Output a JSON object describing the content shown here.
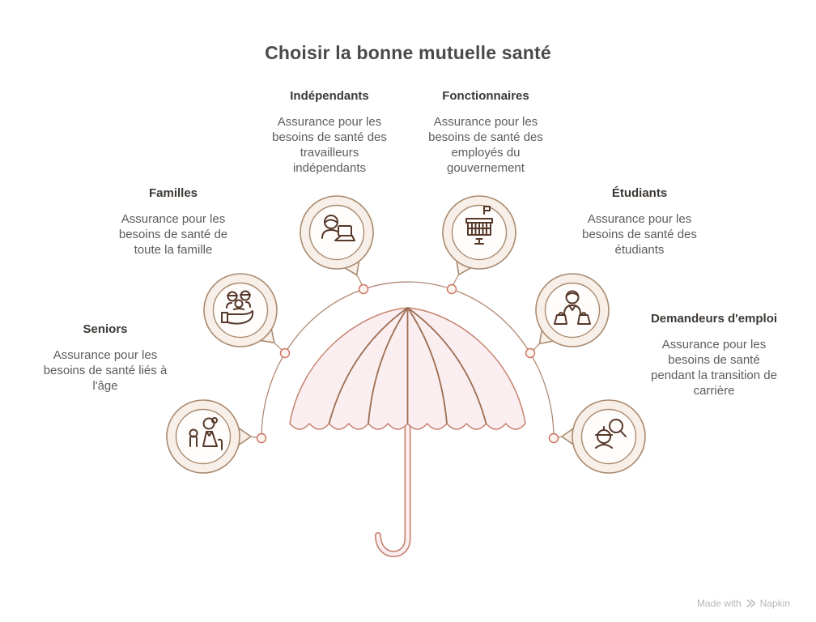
{
  "title": "Choisir la bonne mutuelle santé",
  "categories": [
    {
      "id": "independants",
      "label": "Indépendants",
      "description": "Assurance pour les\nbesoins de santé des\ntravailleurs\nindépendants",
      "icon": "freelancer-laptop-icon"
    },
    {
      "id": "fonctionnaires",
      "label": "Fonctionnaires",
      "description": "Assurance pour les\nbesoins de santé des\nemployés du\ngouvernement",
      "icon": "government-building-icon"
    },
    {
      "id": "familles",
      "label": "Familles",
      "description": "Assurance pour les\nbesoins de santé de\ntoute la famille",
      "icon": "family-care-icon"
    },
    {
      "id": "etudiants",
      "label": "Étudiants",
      "description": "Assurance pour les\nbesoins de santé des\nétudiants",
      "icon": "student-bags-icon"
    },
    {
      "id": "seniors",
      "label": "Seniors",
      "description": "Assurance pour les\nbesoins de santé liés à\nl'âge",
      "icon": "senior-child-icon"
    },
    {
      "id": "demandeurs_emploi",
      "label": "Demandeurs d'emploi",
      "description": "Assurance pour les\nbesoins de santé\npendant la transition de\ncarrière",
      "icon": "job-search-icon"
    }
  ],
  "watermark": {
    "prefix": "Made with",
    "brand": "Napkin"
  },
  "colors": {
    "title_color": "#4a4a4a",
    "heading_color": "#3d3834",
    "body_color": "#5c5c5c",
    "bubble_ring": "#a98a6e",
    "bubble_fill": "#f9efe9",
    "inner_fill": "#fffdfb",
    "icon_stroke": "#56382a",
    "umbrella_fill": "#fbeef0",
    "umbrella_stroke": "#c5826d",
    "rib_stroke": "#9d6e52",
    "arc_stroke": "#b08a75",
    "node_stroke": "#cb7261",
    "node_fill": "#fdf3ef",
    "watermark_color": "#b8b8b8"
  }
}
